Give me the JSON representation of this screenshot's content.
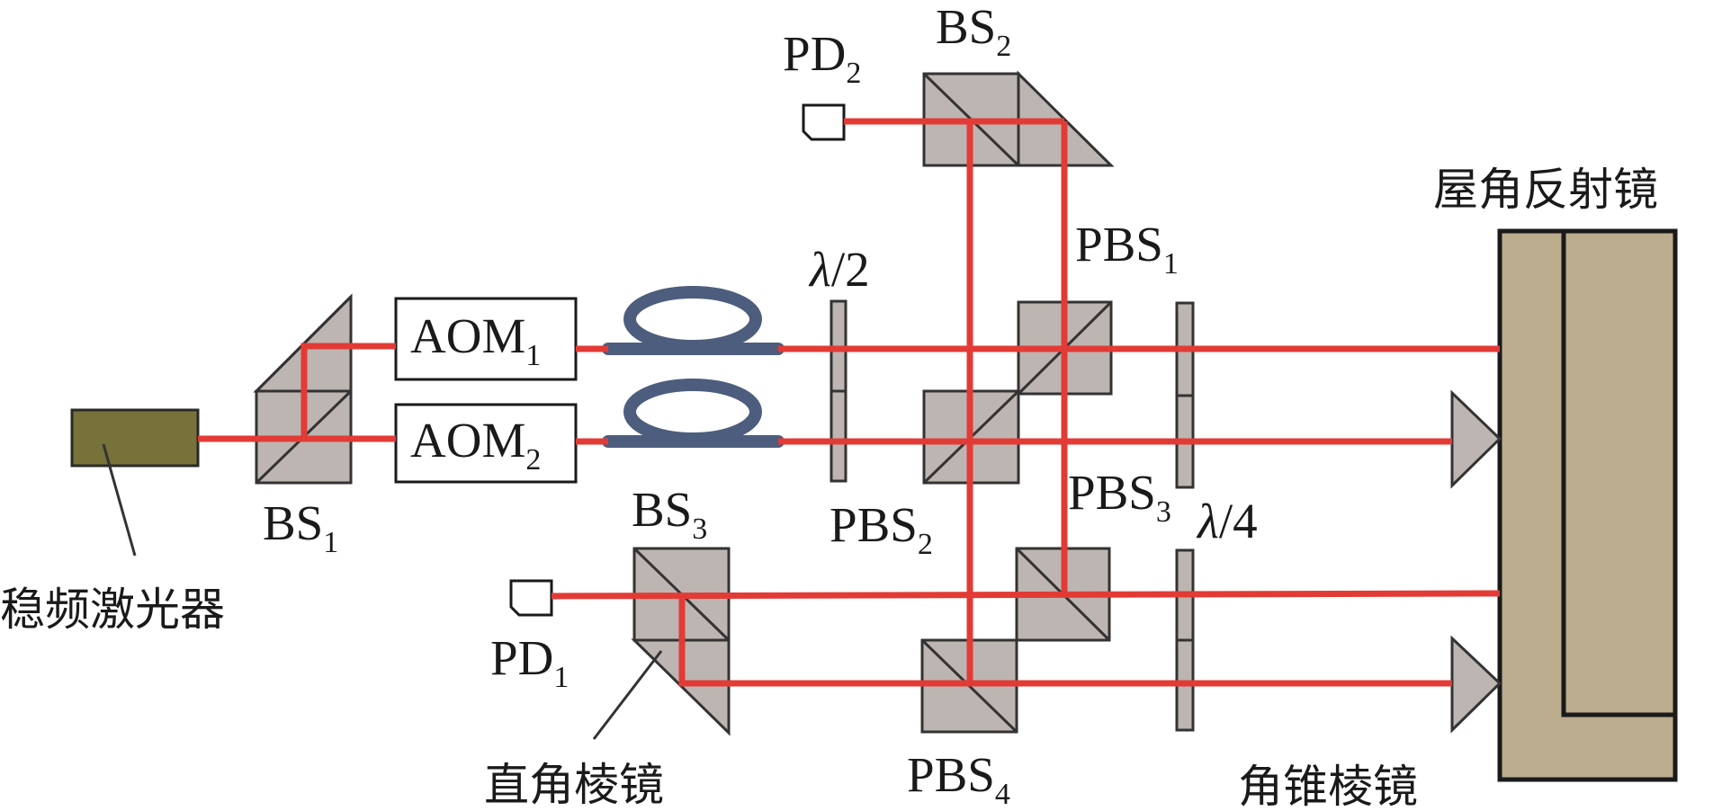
{
  "labels": {
    "laser": "稳频激光器",
    "bs1": "BS",
    "bs1_sub": "1",
    "bs2": "BS",
    "bs2_sub": "2",
    "bs3": "BS",
    "bs3_sub": "3",
    "aom1": "AOM",
    "aom1_sub": "1",
    "aom2": "AOM",
    "aom2_sub": "2",
    "pd1": "PD",
    "pd1_sub": "1",
    "pd2": "PD",
    "pd2_sub": "2",
    "pbs1": "PBS",
    "pbs1_sub": "1",
    "pbs2": "PBS",
    "pbs2_sub": "2",
    "pbs3": "PBS",
    "pbs3_sub": "3",
    "pbs4": "PBS",
    "pbs4_sub": "4",
    "half_wave_lambda": "λ",
    "half_wave_rest": "/2",
    "quarter_wave_lambda": "λ",
    "quarter_wave_rest": "/4",
    "roof_mirror": "屋角反射镜",
    "right_angle_prism": "直角棱镜",
    "corner_cube": "角锥棱镜"
  },
  "colors": {
    "beam": "#e23b36",
    "optic": "#bdb5b1",
    "laser": "#77723a",
    "roof_mirror": "#bcad8e",
    "fiber": "#4d5d7d"
  }
}
